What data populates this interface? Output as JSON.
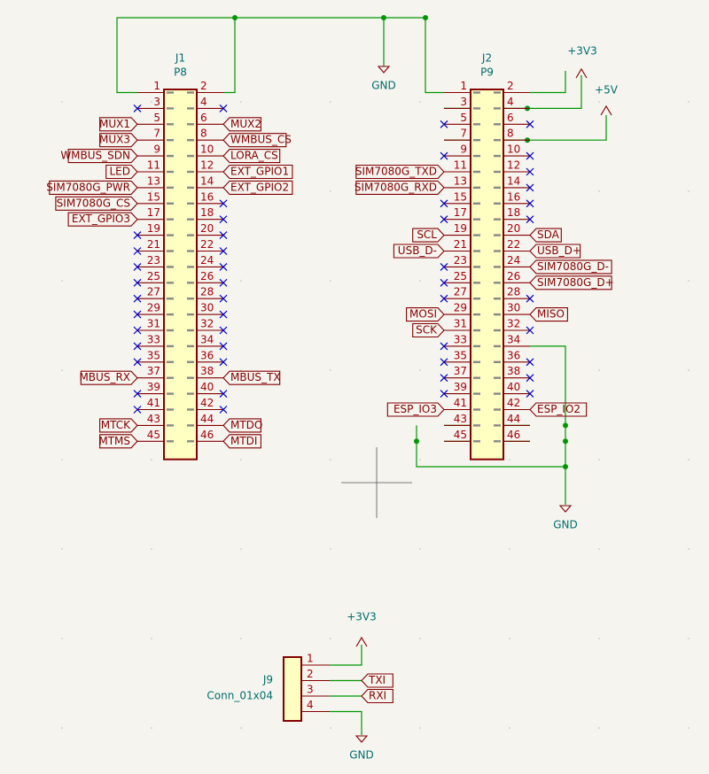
{
  "colors": {
    "background": "#f5f4ef",
    "wire": "#009600",
    "component": "#840000",
    "body_fill": "#ffffc2",
    "pin_number": "#a9000a",
    "label": "#840000",
    "power": "#006d6d",
    "no_connect": "#0000c8",
    "cursor": "#555555"
  },
  "connectors": [
    {
      "ref": "J1",
      "value": "P8",
      "labels": {
        "5": "MUX1",
        "6": "MUX2",
        "7": "MUX3",
        "8": "WMBUS_CS",
        "9": "WMBUS_SDN",
        "10": "LORA_CS",
        "11": "LED",
        "12": "EXT_GPIO1",
        "13": "SIM7080G_PWR",
        "14": "EXT_GPIO2",
        "15": "SIM7080G_CS",
        "17": "EXT_GPIO3",
        "37": "MBUS_RX",
        "38": "MBUS_TX",
        "43": "MTCK",
        "44": "MTDO",
        "45": "MTMS",
        "46": "MTDI"
      }
    },
    {
      "ref": "J2",
      "value": "P9",
      "labels": {
        "11": "SIM7080G_TXD",
        "13": "SIM7080G_RXD",
        "19": "SCL",
        "20": "SDA",
        "21": "USB_D-",
        "22": "USB_D+",
        "24": "SIM7080G_D-",
        "26": "SIM7080G_D+",
        "29": "MOSI",
        "30": "MISO",
        "31": "SCK",
        "41": "ESP_IO3",
        "42": "ESP_IO2"
      }
    }
  ],
  "power_symbols": {
    "gnd_top": "GND",
    "v3v3_top": "+3V3",
    "v5": "+5V",
    "gnd_right": "GND",
    "v3v3_bottom": "+3V3",
    "gnd_bottom": "GND"
  },
  "j9": {
    "ref": "J9",
    "value": "Conn_01x04",
    "pins": [
      "1",
      "2",
      "3",
      "4"
    ],
    "labels": {
      "2": "TXI",
      "3": "RXI"
    }
  }
}
